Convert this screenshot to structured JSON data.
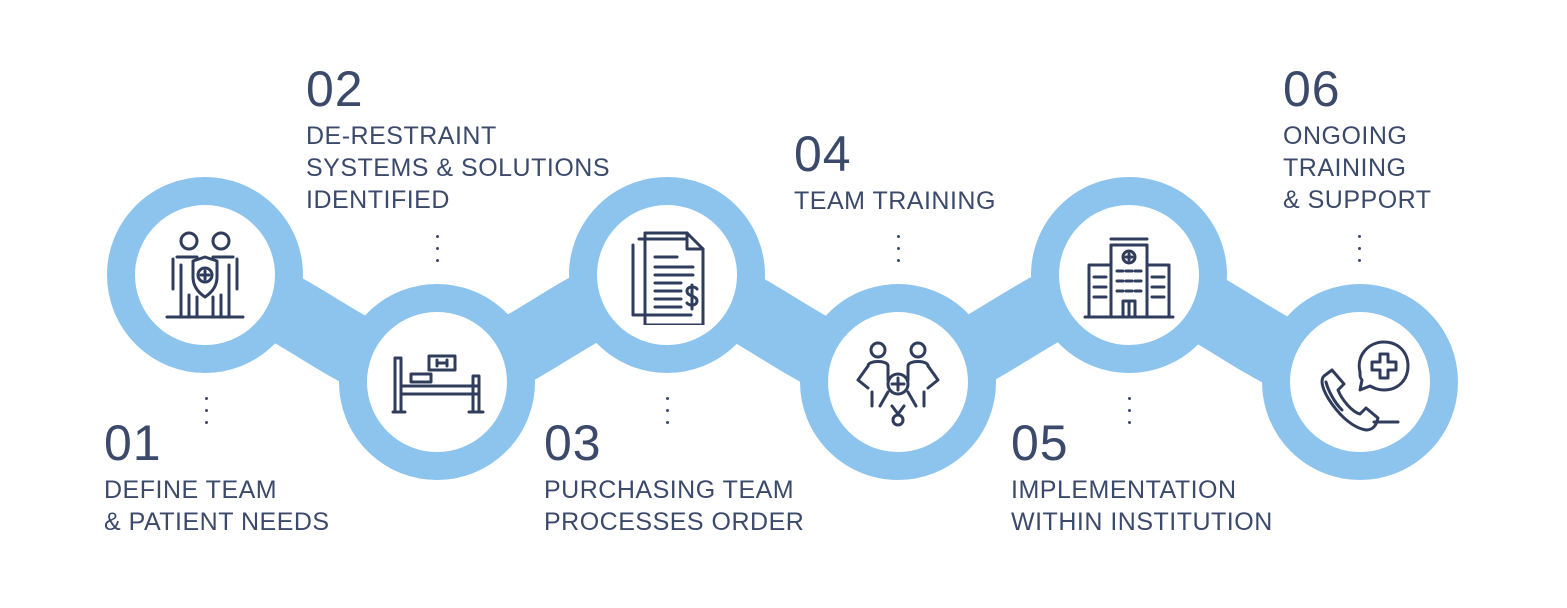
{
  "colors": {
    "ring": "#8cc4ee",
    "text": "#3b4a6b",
    "icon": "#2f3c5c"
  },
  "steps": [
    {
      "number": "01",
      "lines": [
        "DEFINE TEAM",
        "& PATIENT NEEDS"
      ],
      "icon": "medical-team-shield-icon"
    },
    {
      "number": "02",
      "lines": [
        "DE-RESTRAINT",
        "SYSTEMS & SOLUTIONS",
        "IDENTIFIED"
      ],
      "icon": "hospital-bed-icon"
    },
    {
      "number": "03",
      "lines": [
        "PURCHASING TEAM",
        "PROCESSES ORDER"
      ],
      "icon": "invoice-document-icon"
    },
    {
      "number": "04",
      "lines": [
        "TEAM TRAINING"
      ],
      "icon": "team-collaboration-icon"
    },
    {
      "number": "05",
      "lines": [
        "IMPLEMENTATION",
        "WITHIN INSTITUTION"
      ],
      "icon": "hospital-building-icon"
    },
    {
      "number": "06",
      "lines": [
        "ONGOING",
        "TRAINING",
        "& SUPPORT"
      ],
      "icon": "phone-support-icon"
    }
  ]
}
